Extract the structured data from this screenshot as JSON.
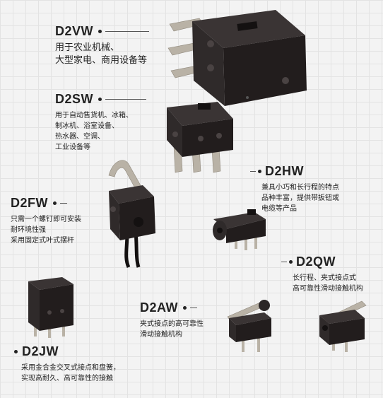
{
  "products": [
    {
      "id": "d2vw",
      "model": "D2VW",
      "desc": [
        "用于农业机械、",
        "大型家电、商用设备等"
      ]
    },
    {
      "id": "d2sw",
      "model": "D2SW",
      "desc": [
        "用于自动售货机、冰箱、",
        "制冰机、浴室设备、",
        "热水器、空调、",
        "工业设备等"
      ]
    },
    {
      "id": "d2hw",
      "model": "D2HW",
      "desc": [
        "兼具小巧和长行程的特点",
        "品种丰富，提供带扳钮或",
        "电缆等产品"
      ]
    },
    {
      "id": "d2fw",
      "model": "D2FW",
      "desc": [
        "只需一个螺钉即可安装",
        "耐环境性强",
        "采用固定式叶式摆杆"
      ]
    },
    {
      "id": "d2qw",
      "model": "D2QW",
      "desc": [
        "长行程、夹式接点式",
        "高可靠性滑动接触机构"
      ]
    },
    {
      "id": "d2aw",
      "model": "D2AW",
      "desc": [
        "夹式接点的高可靠性",
        "滑动接触机构"
      ]
    },
    {
      "id": "d2jw",
      "model": "D2JW",
      "desc": [
        "采用金合金交叉式接点和盘簧，",
        "实现高耐久、高可靠性的接触"
      ]
    }
  ],
  "colors": {
    "body": "#2b2626",
    "metal": "#b9b2a6",
    "grid": "#e3e3e3",
    "background": "#f3f3f3"
  }
}
